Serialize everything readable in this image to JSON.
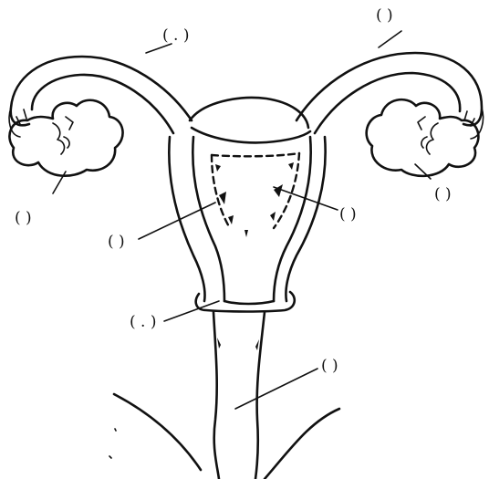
{
  "diagram": {
    "labels": [
      {
        "id": "tube-left",
        "text": "( . )"
      },
      {
        "id": "tube-right",
        "text": "( )"
      },
      {
        "id": "ovary-left",
        "text": "( )"
      },
      {
        "id": "ovary-right",
        "text": "( )"
      },
      {
        "id": "uterus-cavity",
        "text": "( )"
      },
      {
        "id": "uterus-wall",
        "text": "( )"
      },
      {
        "id": "cervix",
        "text": "( . )"
      },
      {
        "id": "vagina",
        "text": "( )"
      }
    ]
  }
}
